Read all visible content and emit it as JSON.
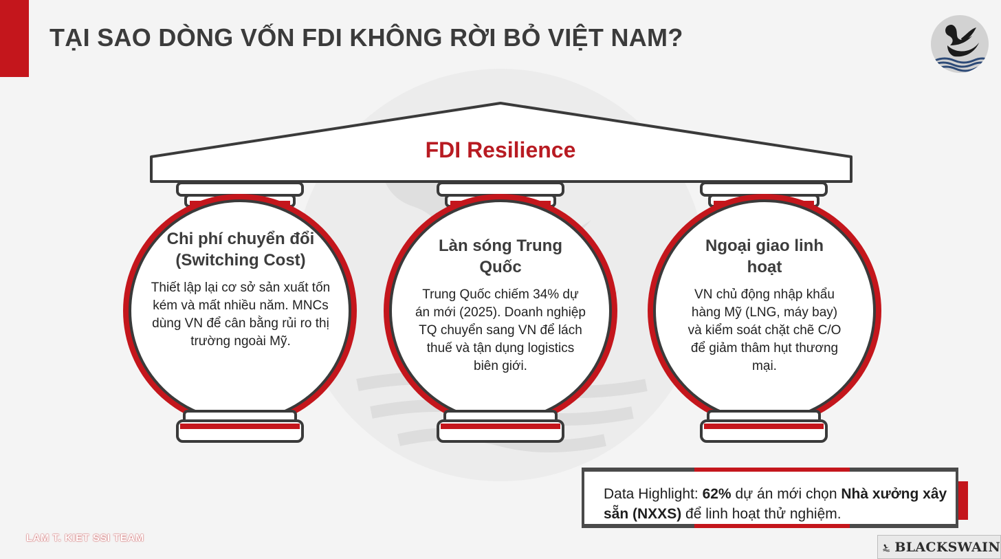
{
  "header": {
    "title": "TẠI SAO DÒNG VỐN FDI KHÔNG RỜI BỎ VIỆT NAM?"
  },
  "diagram": {
    "roof_title": "FDI Resilience",
    "pillars": [
      {
        "title": "Chi phí chuyển đổi (Switching Cost)",
        "body": "Thiết lập lại cơ sở sản xuất tốn kém và mất nhiều năm. MNCs dùng VN để cân bằng rủi ro thị trường ngoài Mỹ."
      },
      {
        "title": "Làn sóng Trung Quốc",
        "body": "Trung Quốc chiếm 34% dự án mới (2025). Doanh nghiệp TQ chuyển sang VN để lách thuế và tận dụng logistics biên giới."
      },
      {
        "title": "Ngoại giao linh hoạt",
        "body": "VN chủ động nhập khẩu hàng Mỹ (LNG, máy bay) và kiểm soát chặt chẽ C/O để giảm thâm hụt thương mại."
      }
    ]
  },
  "highlight": {
    "lead": "Data Highlight: ",
    "value": "62%",
    "middle": " dự án mới chọn ",
    "emphasis": "Nhà xưởng xây sẵn (NXXS)",
    "tail": " để linh hoạt thử nghiệm."
  },
  "footer": {
    "team": "LAM T. KIET SSI TEAM",
    "brand": "BLACKSWAIN"
  },
  "icons": {
    "logo": "black-swan-icon",
    "brand": "swan-icon"
  },
  "colors": {
    "accent_red": "#c4161c",
    "title_gray": "#3b3b3b",
    "outline_dark": "#3a3a3a"
  }
}
